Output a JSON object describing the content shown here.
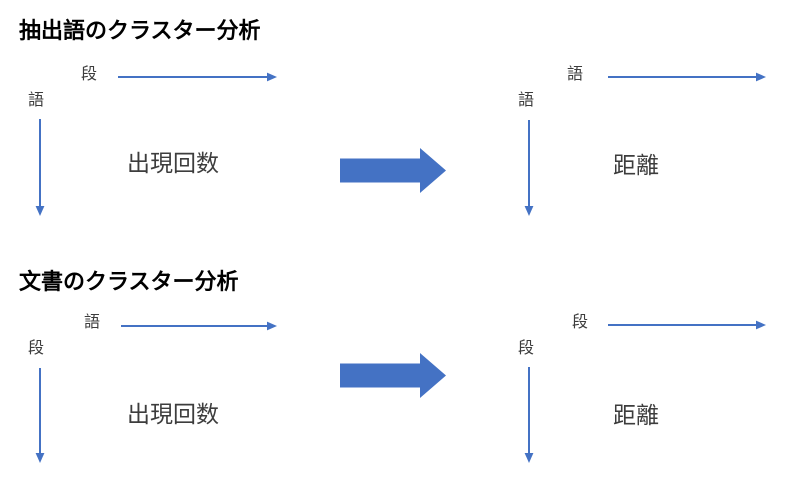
{
  "colors": {
    "arrow": "#4472C4",
    "title_text": "#000000",
    "body_text": "#3D3D3D",
    "background": "#FFFFFF"
  },
  "sections": [
    {
      "title": "抽出語のクラスター分析",
      "matrix_left": {
        "col_label": "段",
        "row_label": "語",
        "cell_label": "出現回数"
      },
      "matrix_right": {
        "col_label": "語",
        "row_label": "語",
        "cell_label": "距離"
      }
    },
    {
      "title": "文書のクラスター分析",
      "matrix_left": {
        "col_label": "語",
        "row_label": "段",
        "cell_label": "出現回数"
      },
      "matrix_right": {
        "col_label": "段",
        "row_label": "段",
        "cell_label": "距離"
      }
    }
  ]
}
